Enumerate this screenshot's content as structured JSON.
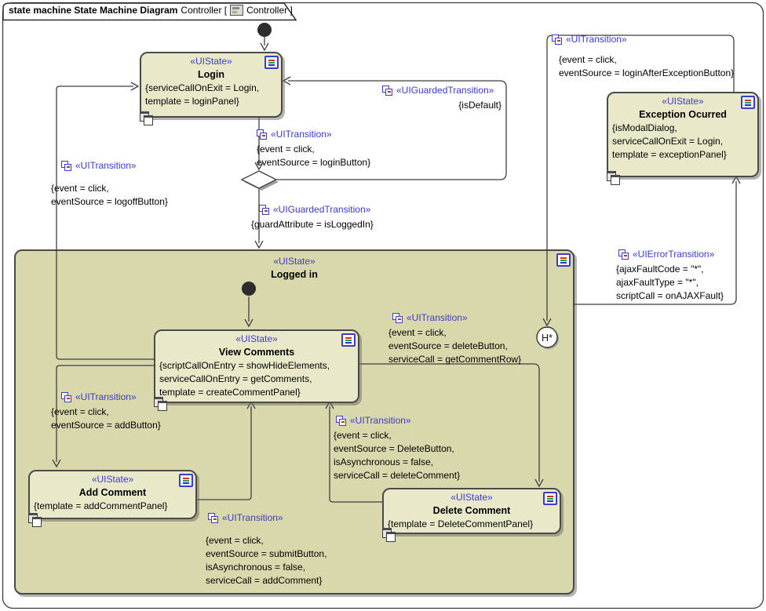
{
  "frame": {
    "kind_and_type": "state machine State Machine Diagram",
    "context_open": "Controller [",
    "context_close": "Controller ]"
  },
  "colors": {
    "stereotype_blue": "#3C3CC8",
    "state_fill": "#E9E9CA",
    "composite_fill": "#D8D8AC",
    "state_border": "#4a4a4a"
  },
  "states": {
    "login": {
      "stereotype": "«UIState»",
      "name": "Login",
      "props": "{serviceCallOnExit = Login,\ntemplate = loginPanel}"
    },
    "exception_ocurred": {
      "stereotype": "«UIState»",
      "name": "Exception Ocurred",
      "props": "{isModalDialog,\nserviceCallOnExit = Login,\ntemplate = exceptionPanel}"
    },
    "logged_in": {
      "stereotype": "«UIState»",
      "name": "Logged in"
    },
    "view_comments": {
      "stereotype": "«UIState»",
      "name": "View Comments",
      "props": "{scriptCallOnEntry = showHideElements,\nserviceCallOnEntry = getComments,\ntemplate = createCommentPanel}"
    },
    "add_comment": {
      "stereotype": "«UIState»",
      "name": "Add Comment",
      "props": "{template = addCommentPanel}"
    },
    "delete_comment": {
      "stereotype": "«UIState»",
      "name": "Delete Comment",
      "props": "{template = DeleteCommentPanel}"
    }
  },
  "transitions": {
    "login_button": {
      "stereotype": "«UITransition»",
      "props": "{event = click,\neventSource = loginButton}"
    },
    "is_default": {
      "stereotype": "«UIGuardedTransition»",
      "props": "{isDefault}"
    },
    "is_logged_in": {
      "stereotype": "«UIGuardedTransition»",
      "props": "{guardAttribute = isLoggedIn}"
    },
    "logoff_button": {
      "stereotype": "«UITransition»",
      "props": "{event = click,\neventSource = logoffButton}"
    },
    "login_after_exception": {
      "stereotype": "«UITransition»",
      "props": "{event = click,\neventSource = loginAfterExceptionButton}"
    },
    "error": {
      "stereotype": "«UIErrorTransition»",
      "props": "{ajaxFaultCode = \"*\",\najaxFaultType = \"*\",\nscriptCall = onAJAXFault}"
    },
    "get_comment_row": {
      "stereotype": "«UITransition»",
      "props": "{event = click,\neventSource = deleteButton,\nserviceCall = getCommentRow}"
    },
    "add_button": {
      "stereotype": "«UITransition»",
      "props": "{event = click,\neventSource = addButton}"
    },
    "delete_comment_call": {
      "stereotype": "«UITransition»",
      "props": "{event = click,\neventSource = DeleteButton,\nisAsynchronous = false,\nserviceCall = deleteComment}"
    },
    "submit_button": {
      "stereotype": "«UITransition»",
      "props": "{event = click,\neventSource = submitButton,\nisAsynchronous = false,\nserviceCall = addComment}"
    }
  },
  "pseudostates": {
    "deep_history": "H*"
  }
}
